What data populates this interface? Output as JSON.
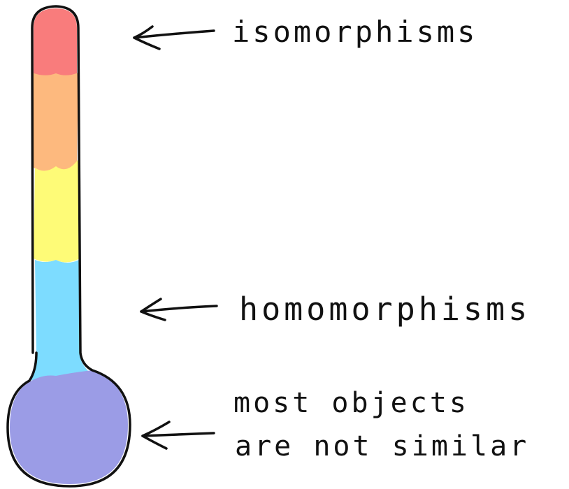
{
  "colors": {
    "red": "#f97c7c",
    "orange": "#fdb97e",
    "yellow": "#fefb77",
    "blue": "#7ddcff",
    "purple": "#9b9ce6",
    "ink": "#111111"
  },
  "labels": {
    "top": "isomorphisms",
    "middle": "homomorphisms",
    "bottom_line1": "most  objects",
    "bottom_line2": "are  not  similar"
  }
}
